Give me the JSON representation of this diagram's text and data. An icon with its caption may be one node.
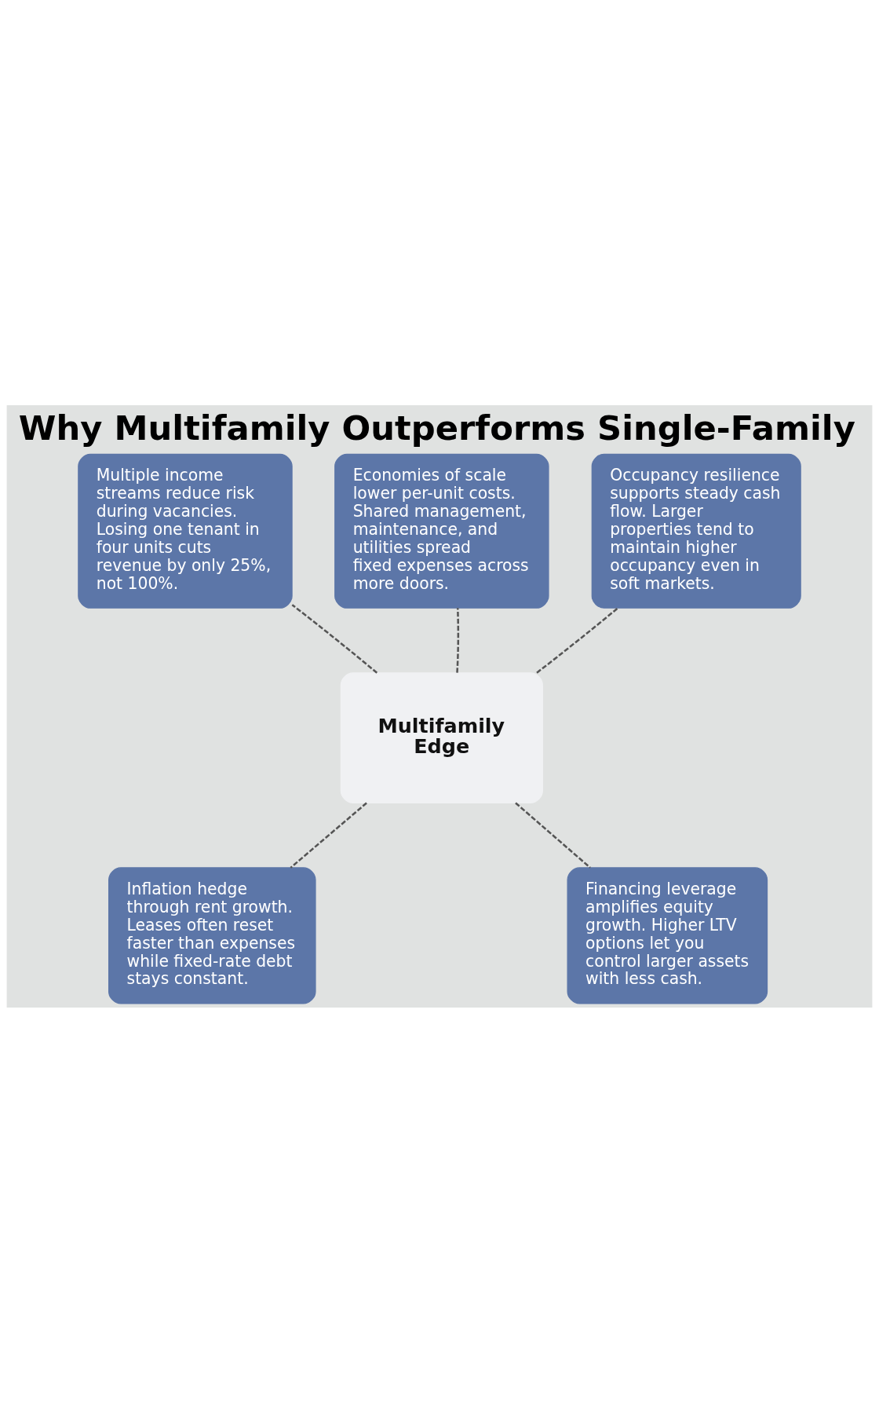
{
  "diagram": {
    "title": "Why Multifamily Outperforms Single-Family",
    "nodes": [
      {
        "text": [
          "Multiple income streams reduce risk during vacancies. Losing one tenant in four units cuts revenue by only 25%, not 100%."
        ]
      },
      {
        "text": [
          "Economies of scale lower per-unit costs. Shared management, maintenance, and utilities spread fixed expenses across more doors."
        ]
      },
      {
        "text": [
          "Occupancy resilience supports steady cash flow. Larger properties tend to maintain higher occupancy even in soft markets."
        ]
      },
      {
        "text": [
          "Multifamily Edge"
        ]
      },
      {
        "text": [
          "Inflation hedge through rent growth. Leases often reset faster than expenses while fixed-rate debt stays constant."
        ]
      },
      {
        "text": [
          "Financing leverage amplifies equity growth. Higher LTV options let you control larger assets with less cash."
        ]
      }
    ],
    "edges": [
      {
        "from": 3,
        "to": 0,
        "arrow": "none",
        "style": "dashed"
      },
      {
        "from": 3,
        "to": 1,
        "arrow": "none",
        "style": "dashed"
      },
      {
        "from": 3,
        "to": 2,
        "arrow": "none",
        "style": "dashed"
      },
      {
        "from": 3,
        "to": 4,
        "arrow": "none",
        "style": "dashed"
      },
      {
        "from": 3,
        "to": 5,
        "arrow": "none",
        "style": "dashed"
      }
    ]
  }
}
